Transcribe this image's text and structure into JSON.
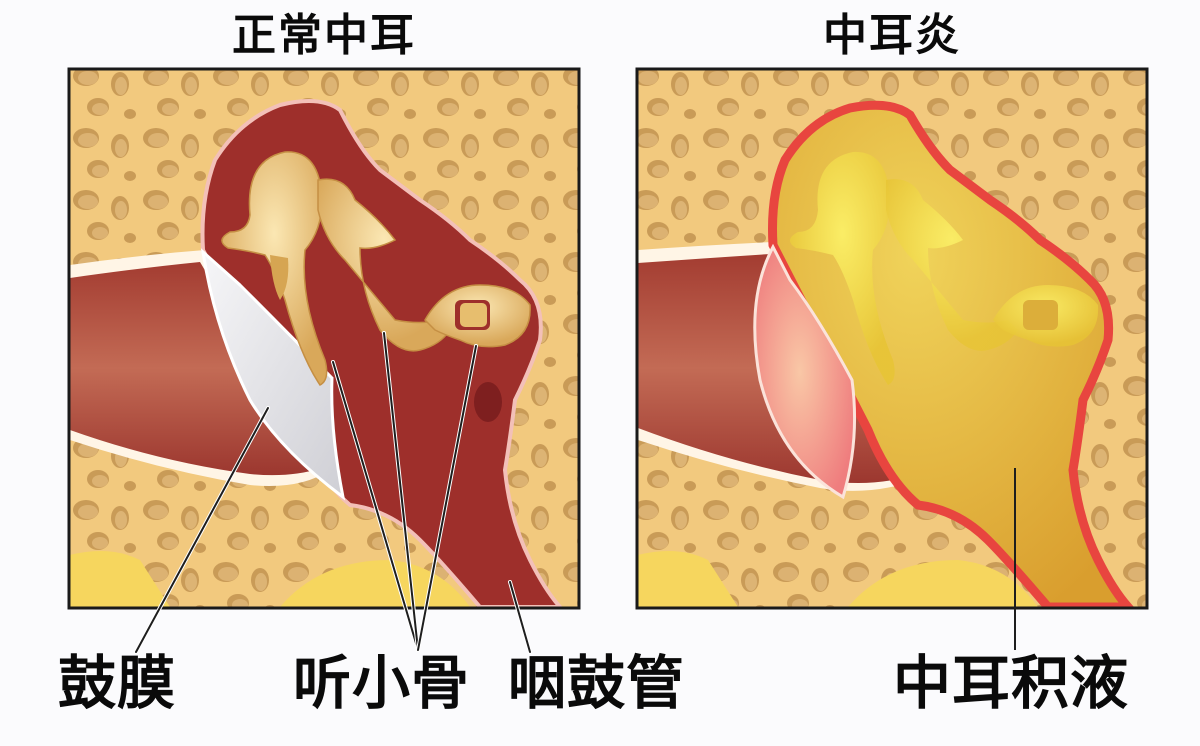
{
  "panels": [
    {
      "id": "normal",
      "title": "正常中耳",
      "description": "Cross-section of a healthy middle ear: white tympanic membrane, red air-filled middle-ear cavity with yellow ossicles, and the eustachian tube running downward",
      "labels": [
        {
          "text": "鼓膜",
          "target": "tympanic membrane"
        },
        {
          "text": "听小骨",
          "target": "ossicles"
        },
        {
          "text": "咽鼓管",
          "target": "eustachian tube"
        }
      ]
    },
    {
      "id": "otitis",
      "title": "中耳炎",
      "description": "Cross-section of an inflamed middle ear: pink bulging tympanic membrane and the middle-ear cavity filled with yellow fluid, surrounded by inflamed red lining",
      "labels": [
        {
          "text": "中耳积液",
          "target": "middle ear effusion"
        }
      ]
    }
  ],
  "colors": {
    "background": "#fbfbfd",
    "bone": "#f2c97e",
    "bone_hole": "#c79a55",
    "ear_canal": "#a9473a",
    "cavity": "#9e2f2b",
    "lining": "#f3c0b8",
    "ossicle": "#e8bf6f",
    "eardrum_normal": "#e6e6ea",
    "eardrum_inflamed": "#f18c8a",
    "inflamed_lining": "#e8453f",
    "effusion": "#e3b23c",
    "effusion_bright": "#f4e24c",
    "frame": "#1a1a1a",
    "leader_line": "#1e1e1e"
  }
}
